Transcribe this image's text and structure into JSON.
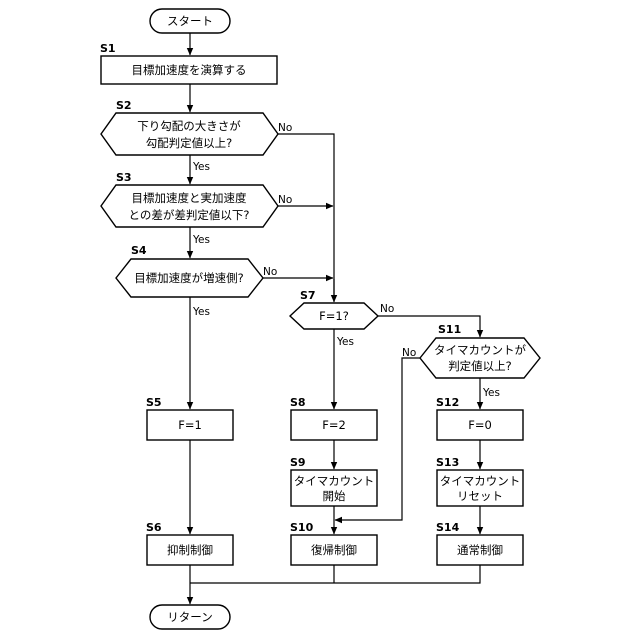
{
  "start": "スタート",
  "end": "リターン",
  "steps": {
    "s1": {
      "id": "S1",
      "text": [
        "目標加速度を演算する"
      ]
    },
    "s2": {
      "id": "S2",
      "text": [
        "下り勾配の大きさが",
        "勾配判定値以上?"
      ]
    },
    "s3": {
      "id": "S3",
      "text": [
        "目標加速度と実加速度",
        "との差が差判定値以下?"
      ]
    },
    "s4": {
      "id": "S4",
      "text": [
        "目標加速度が増速側?"
      ]
    },
    "s5": {
      "id": "S5",
      "text": [
        "F=1"
      ]
    },
    "s6": {
      "id": "S6",
      "text": [
        "抑制制御"
      ]
    },
    "s7": {
      "id": "S7",
      "text": [
        "F=1?"
      ]
    },
    "s8": {
      "id": "S8",
      "text": [
        "F=2"
      ]
    },
    "s9": {
      "id": "S9",
      "text": [
        "タイマカウント",
        "開始"
      ]
    },
    "s10": {
      "id": "S10",
      "text": [
        "復帰制御"
      ]
    },
    "s11": {
      "id": "S11",
      "text": [
        "タイマカウントが",
        "判定値以上?"
      ]
    },
    "s12": {
      "id": "S12",
      "text": [
        "F=0"
      ]
    },
    "s13": {
      "id": "S13",
      "text": [
        "タイマカウント",
        "リセット"
      ]
    },
    "s14": {
      "id": "S14",
      "text": [
        "通常制御"
      ]
    }
  },
  "labels": {
    "yes": "Yes",
    "no": "No"
  }
}
